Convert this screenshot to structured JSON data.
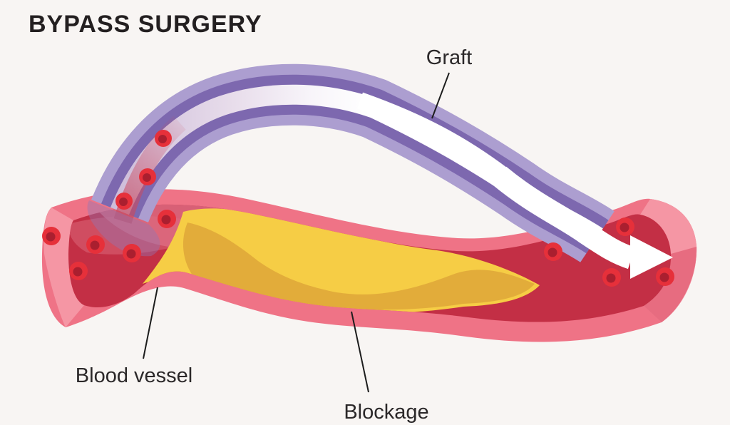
{
  "title": {
    "text": "BYPASS SURGERY"
  },
  "labels": {
    "graft": "Graft",
    "blood_vessel": "Blood vessel",
    "blockage": "Blockage"
  },
  "colors": {
    "background": "#f8f5f3",
    "title_text": "#231f20",
    "label_text": "#2b2829",
    "leader_line": "#1d1d1d",
    "vessel_wall": "#ef7386",
    "vessel_wall_face": "#f596a4",
    "vessel_wall_face_shade": "#e76c80",
    "lumen_blood": "#c32f45",
    "lumen_swirl": "#d25266",
    "graft_inflow": "#dd6d82",
    "plaque": "#f6cd45",
    "plaque_shade": "#e2ac3a",
    "graft_outer": "#ac9ed0",
    "graft_stripe": "#7d68af",
    "graft_center_start": "#cdbcd9",
    "graft_center_mid": "#e8ddeb",
    "graft_center_light": "#f8f5fa",
    "graft_center_white": "#ffffff",
    "graft_overlap_veil": "#8d79b8",
    "graft_blood_tint": "#c94a5f",
    "blood_cell": "#e6303a",
    "blood_cell_core": "#aa1f2f",
    "flow_arrow": "#ffffff"
  }
}
